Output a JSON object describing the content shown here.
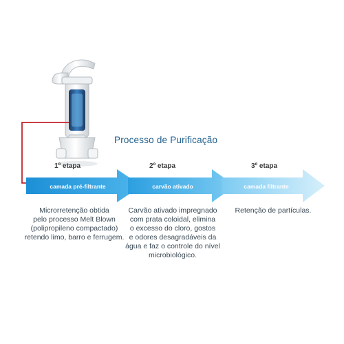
{
  "diagram": {
    "title": "Processo de Purificação",
    "steps": [
      {
        "stage_label": "1º etapa",
        "arrow_label": "camada pré-filtrante",
        "description_lines": [
          "Microrretenção obtida",
          "pelo processo Melt Blown",
          "(polipropileno compactado)",
          "retendo limo, barro e ferrugem."
        ]
      },
      {
        "stage_label": "2º etapa",
        "arrow_label": "carvão ativado",
        "description_lines": [
          "Carvão ativado impregnado",
          "com prata coloidal, elimina",
          "o excesso do cloro, gostos",
          "e odores desagradáveis da",
          "água e faz o controle do nível",
          "microbiológico."
        ]
      },
      {
        "stage_label": "3º etapa",
        "arrow_label": "camada filtrante",
        "description_lines": [
          "Retenção de partículas."
        ]
      }
    ],
    "colors": {
      "arrow_dark": "#1c8fd6",
      "arrow_mid": "#3fb0ea",
      "arrow_light": "#a6dcf6",
      "connector": "#c0262b",
      "title": "#1f5f8b"
    }
  }
}
